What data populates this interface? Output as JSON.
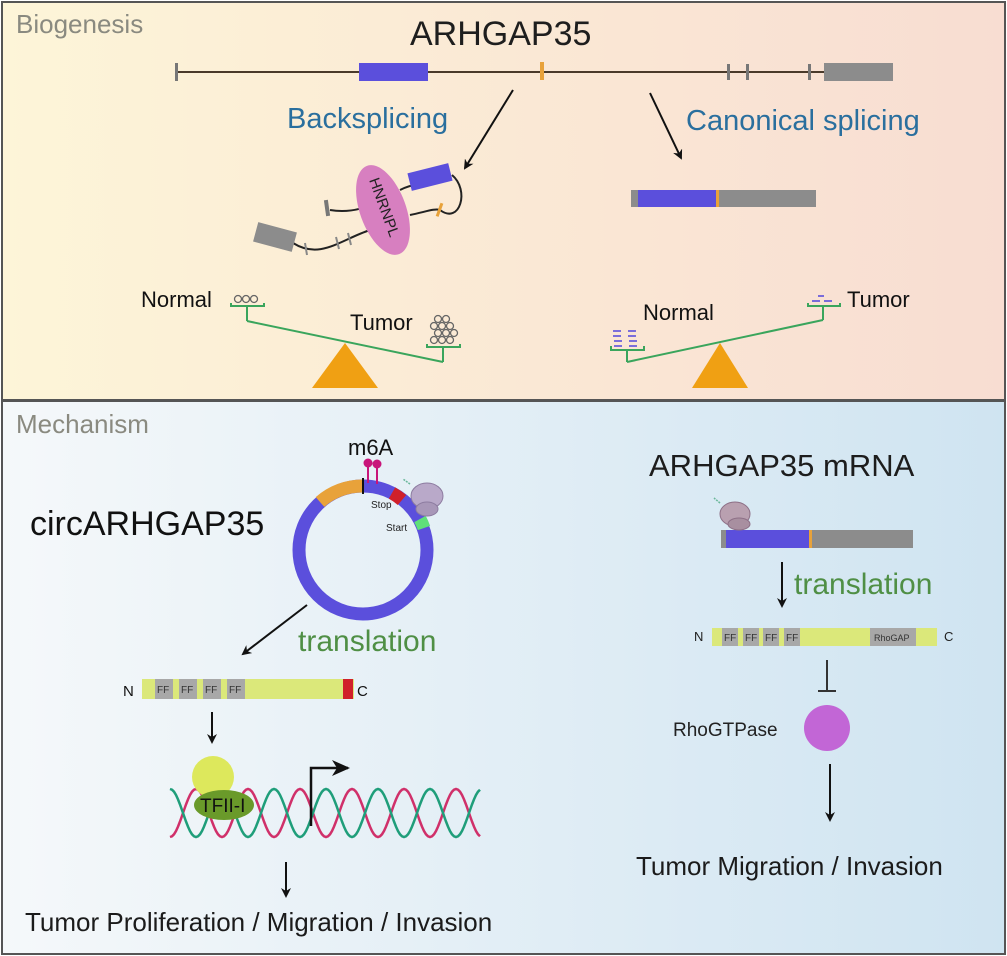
{
  "panels": {
    "biogenesis": {
      "section_label": "Biogenesis",
      "gene_title": "ARHGAP35",
      "backsplicing_label": "Backsplicing",
      "canonical_label": "Canonical splicing",
      "protein_label": "HNRNPL",
      "left_balance": {
        "normal_label": "Normal",
        "tumor_label": "Tumor"
      },
      "right_balance": {
        "normal_label": "Normal",
        "tumor_label": "Tumor"
      }
    },
    "mechanism": {
      "section_label": "Mechanism",
      "circ_title": "circARHGAP35",
      "m6a_label": "m6A",
      "stop_label": "Stop",
      "start_label": "Start",
      "circ_translation_label": "translation",
      "circ_protein": {
        "n_label": "N",
        "c_label": "C",
        "domains": [
          "FF",
          "FF",
          "FF",
          "FF"
        ]
      },
      "tf_label": "TFII-I",
      "circ_outcome": "Tumor Proliferation / Migration / Invasion",
      "mrna_title": "ARHGAP35 mRNA",
      "mrna_translation_label": "translation",
      "mrna_protein": {
        "n_label": "N",
        "c_label": "C",
        "domains": [
          "FF",
          "FF",
          "FF",
          "FF"
        ],
        "gap_domain": "RhoGAP"
      },
      "target_label": "RhoGTPase",
      "mrna_outcome": "Tumor Migration / Invasion"
    }
  },
  "colors": {
    "exon_blue": "#5b4fdc",
    "exon_gray": "#8c8c8c",
    "exon_orange": "#e8a23a",
    "hnrnpl_pink": "#d77fc0",
    "balance_green": "#3aa55c",
    "fulcrum_orange": "#f0a013",
    "protein_yellow": "#dbe87a",
    "stop_red": "#d0202a",
    "start_green": "#5fe07a",
    "m6a_magenta": "#c8157a",
    "rhogtpase_purple": "#c266d6",
    "tf_green": "#6a9a2a",
    "dna_pink": "#d0306a",
    "dna_teal": "#1f9e7a"
  }
}
